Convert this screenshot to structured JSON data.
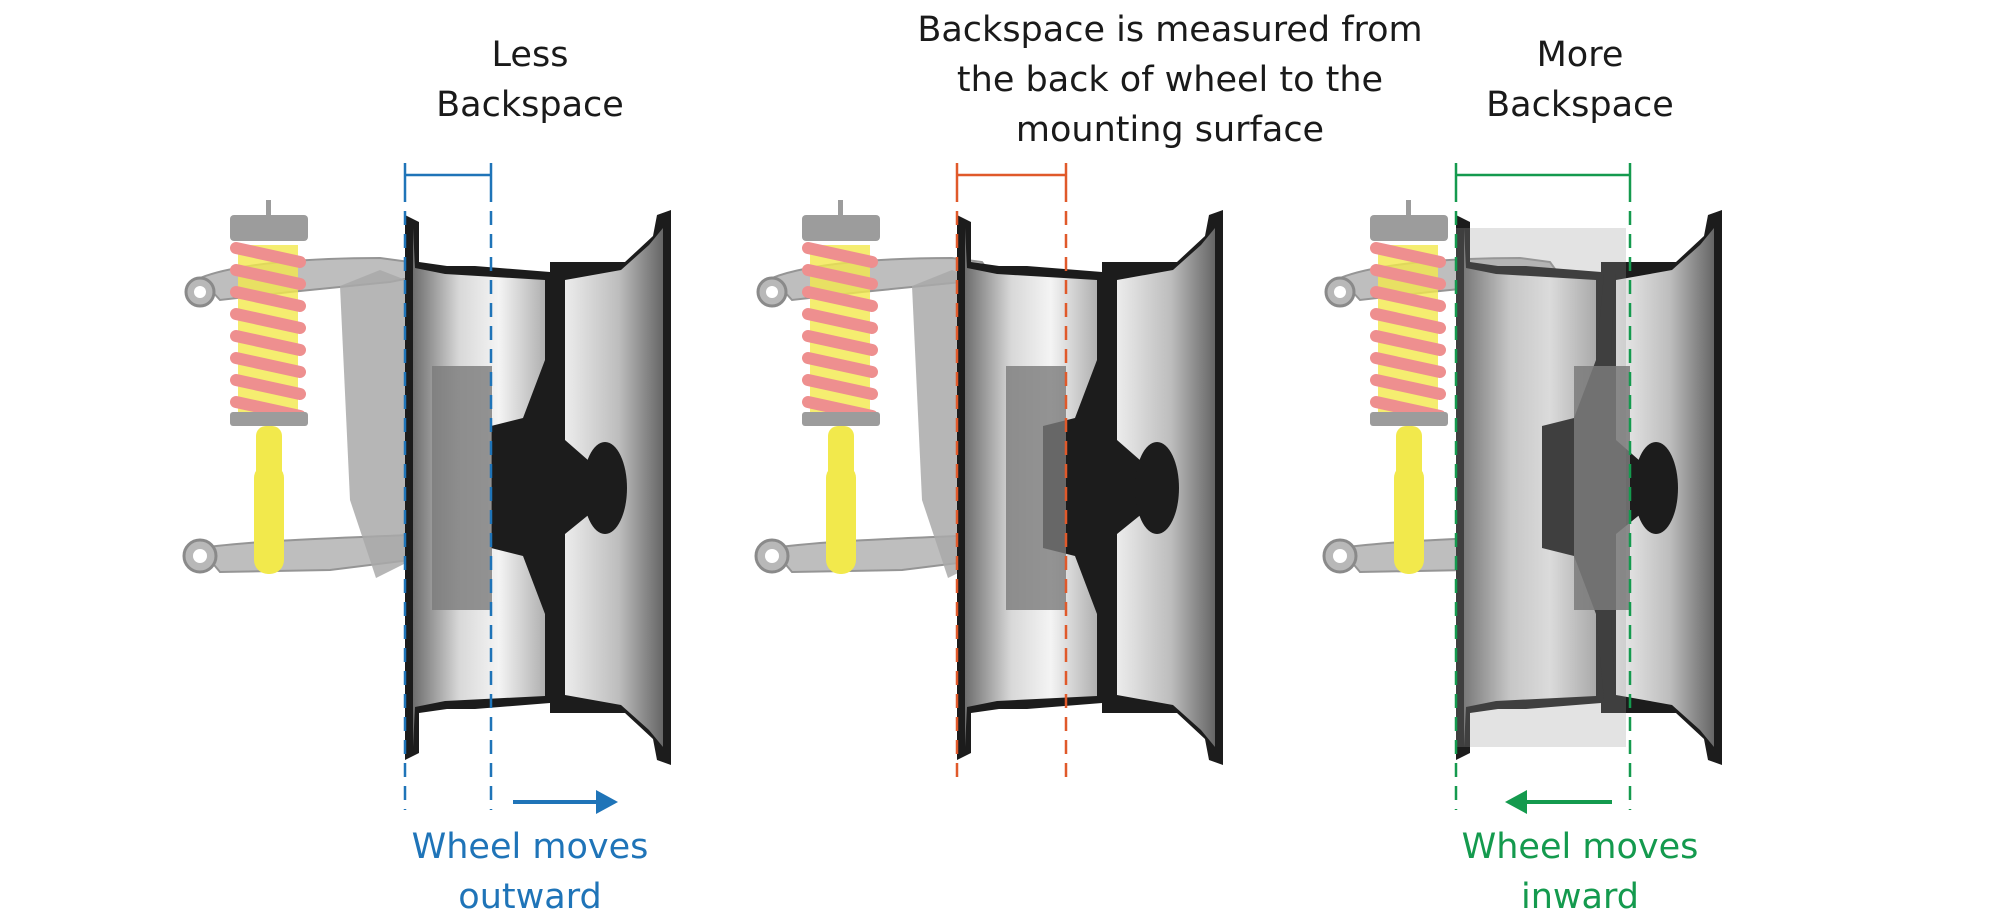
{
  "panels": [
    {
      "title": "Less\nBackspace",
      "accent": "#1f74b8",
      "caption": "Wheel moves\noutward",
      "arrow": "right"
    },
    {
      "title": "Backspace is measured from\nthe back of wheel to the\nmounting surface",
      "accent": "#e0592a",
      "caption": "",
      "arrow": "none"
    },
    {
      "title": "More\nBackspace",
      "accent": "#149a4e",
      "caption": "Wheel moves\ninward",
      "arrow": "left"
    }
  ],
  "colors": {
    "spring": "#ee8f8f",
    "shock_body": "#f2e94c",
    "rim_dark": "#1c1c1c",
    "rim_mid": "#8a8a8a",
    "suspension_gray": "#9c9c9c"
  }
}
